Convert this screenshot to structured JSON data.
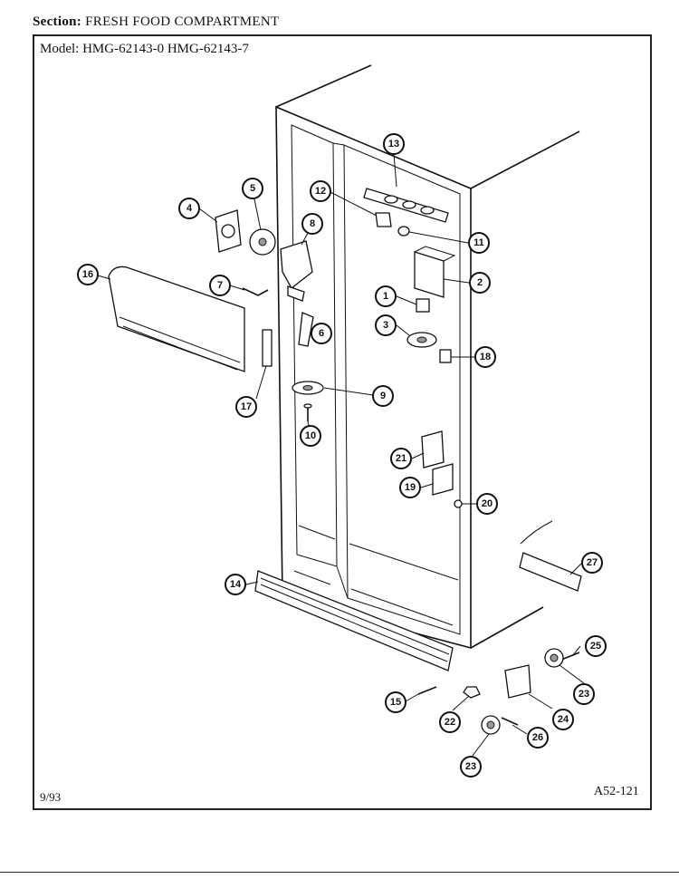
{
  "header": {
    "section_label": "Section:",
    "section_name": "FRESH FOOD COMPARTMENT",
    "model_label": "Model:",
    "models": "HMG-62143-0  HMG-62143-7"
  },
  "footer": {
    "date": "9/93",
    "code": "A52-121"
  },
  "callouts": [
    "1",
    "2",
    "3",
    "4",
    "5",
    "6",
    "7",
    "8",
    "9",
    "10",
    "11",
    "12",
    "13",
    "14",
    "15",
    "16",
    "17",
    "18",
    "19",
    "20",
    "21",
    "22",
    "23",
    "23",
    "24",
    "25",
    "26",
    "27"
  ]
}
